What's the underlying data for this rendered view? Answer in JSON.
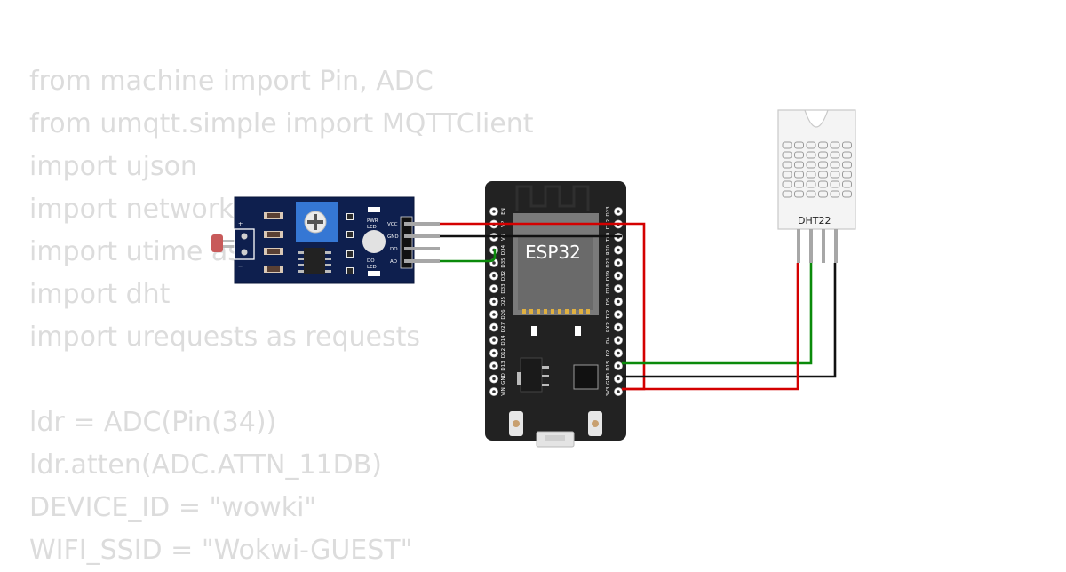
{
  "code_lines": [
    "from machine import Pin, ADC",
    "from umqtt.simple import MQTTClient",
    "import ujson",
    "import network",
    "import utime as",
    "import dht",
    "import urequests as requests",
    "",
    "ldr = ADC(Pin(34))",
    "ldr.atten(ADC.ATTN_11DB)",
    "DEVICE_ID = \"wowki\"",
    "WIFI_SSID = \"Wokwi-GUEST\""
  ],
  "ldr_module": {
    "plus_label": "+",
    "minus_label": "−",
    "pwr_led_line1": "PWR",
    "pwr_led_line2": "LED",
    "do_led_line1": "DO",
    "do_led_line2": "LED",
    "pins": [
      "VCC",
      "GND",
      "DO",
      "AO"
    ]
  },
  "esp32": {
    "chip_label": "ESP32",
    "pins_left": [
      "EN",
      "VP",
      "VN",
      "D34",
      "D35",
      "D32",
      "D33",
      "D25",
      "D26",
      "D27",
      "D14",
      "D12",
      "D13",
      "GND",
      "VIN"
    ],
    "pins_right": [
      "D23",
      "D22",
      "TX0",
      "RX0",
      "D21",
      "D19",
      "D18",
      "D5",
      "TX2",
      "RX2",
      "D4",
      "D2",
      "D15",
      "GND",
      "3V3"
    ]
  },
  "dht22": {
    "label": "DHT22"
  },
  "wire_colors": {
    "power": "#d40000",
    "ground": "#111111",
    "signal": "#0a8a0a",
    "pin_metal": "#a7a7a7"
  }
}
